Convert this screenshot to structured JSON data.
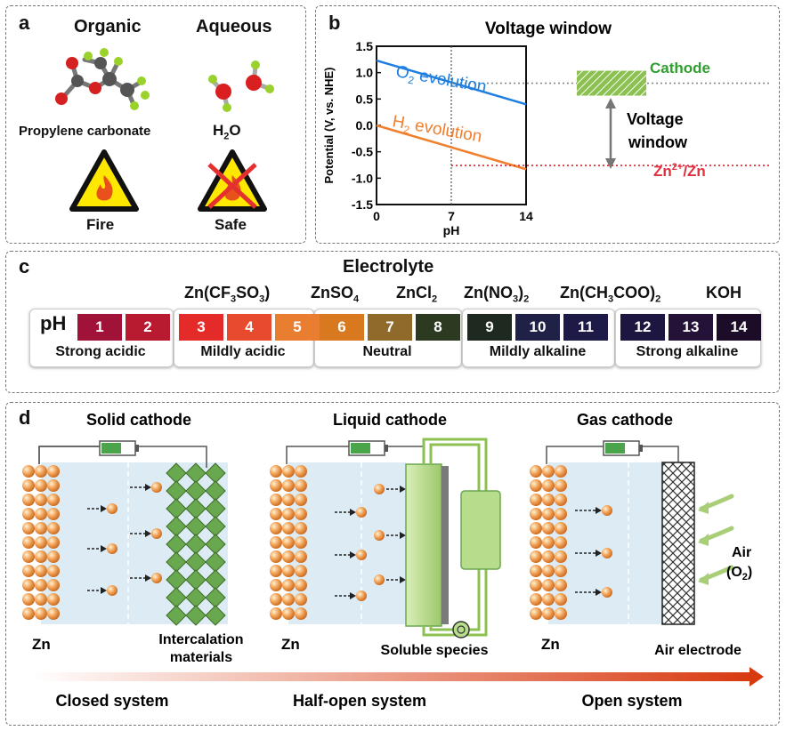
{
  "panel_a": {
    "letter": "a",
    "organic_title": "Organic",
    "aqueous_title": "Aqueous",
    "organic_caption": "Propylene carbonate",
    "aqueous_caption_main": "H",
    "aqueous_caption_sub": "2",
    "aqueous_caption_tail": "O",
    "fire_label": "Fire",
    "safe_label": "Safe"
  },
  "panel_b": {
    "letter": "b",
    "title": "Voltage window",
    "ylabel": "Potential (V, vs. NHE)",
    "xlabel": "pH",
    "yticks": [
      "1.5",
      "1.0",
      "0.5",
      "0.0",
      "-0.5",
      "-1.0",
      "-1.5"
    ],
    "xticks": [
      "0",
      "7",
      "14"
    ],
    "o2_main": "O",
    "o2_sub": "2",
    "o2_tail": " evolution",
    "h2_main": "H",
    "h2_sub": "2",
    "h2_tail": " evolution",
    "cathode_label": "Cathode",
    "window_line1": "Voltage",
    "window_line2": "window",
    "zn_main": "Zn",
    "zn_sup": "2+",
    "zn_tail": "/Zn",
    "colors": {
      "o2": "#1f7fe0",
      "h2": "#f07f2e",
      "cathode": "#2f9e2f",
      "zn": "#e03040"
    }
  },
  "chart_data": {
    "type": "line",
    "title": "Voltage window",
    "xlabel": "pH",
    "ylabel": "Potential (V, vs. NHE)",
    "xlim": [
      0,
      14
    ],
    "ylim": [
      -1.5,
      1.5
    ],
    "series": [
      {
        "name": "O2 evolution",
        "x": [
          0,
          14
        ],
        "y": [
          1.23,
          0.4
        ]
      },
      {
        "name": "H2 evolution",
        "x": [
          0,
          14
        ],
        "y": [
          0.0,
          -0.83
        ]
      }
    ],
    "reference_lines": [
      {
        "name": "Zn2+/Zn",
        "y": -0.76
      },
      {
        "name": "Cathode",
        "y": 0.8
      }
    ]
  },
  "panel_c": {
    "letter": "c",
    "title": "Electrolyte",
    "salts": [
      {
        "main": "Zn(CF",
        "sub1": "3",
        "mid": "SO",
        "sub2": "3",
        "tail": ")"
      },
      {
        "main": "ZnSO",
        "sub1": "4",
        "mid": "",
        "sub2": "",
        "tail": ""
      },
      {
        "main": "ZnCl",
        "sub1": "2",
        "mid": "",
        "sub2": "",
        "tail": ""
      },
      {
        "main": "Zn(NO",
        "sub1": "3",
        "mid": ")",
        "sub2": "2",
        "tail": ""
      },
      {
        "main": "Zn(CH",
        "sub1": "3",
        "mid": "COO)",
        "sub2": "2",
        "tail": ""
      },
      {
        "main": "KOH",
        "sub1": "",
        "mid": "",
        "sub2": "",
        "tail": ""
      }
    ],
    "ph_label": "pH",
    "cells": [
      {
        "v": "1",
        "c": "#a01238"
      },
      {
        "v": "2",
        "c": "#b81a30"
      },
      {
        "v": "3",
        "c": "#e52a2a"
      },
      {
        "v": "4",
        "c": "#e74a2c"
      },
      {
        "v": "5",
        "c": "#e97d30"
      },
      {
        "v": "6",
        "c": "#d8781f"
      },
      {
        "v": "7",
        "c": "#8f6a2a"
      },
      {
        "v": "8",
        "c": "#2c3a22"
      },
      {
        "v": "9",
        "c": "#1e2a1f"
      },
      {
        "v": "10",
        "c": "#1f2246"
      },
      {
        "v": "11",
        "c": "#1e1a48"
      },
      {
        "v": "12",
        "c": "#1c1640"
      },
      {
        "v": "13",
        "c": "#241238"
      },
      {
        "v": "14",
        "c": "#1c0c28"
      }
    ],
    "groups": [
      "Strong acidic",
      "Mildly acidic",
      "Neutral",
      "Mildly alkaline",
      "Strong alkaline"
    ]
  },
  "panel_d": {
    "letter": "d",
    "solid_title": "Solid cathode",
    "liquid_title": "Liquid cathode",
    "gas_title": "Gas cathode",
    "zn": "Zn",
    "intercalation_1": "Intercalation",
    "intercalation_2": "materials",
    "soluble": "Soluble species",
    "air_electrode": "Air electrode",
    "air": "Air",
    "o2_open": "(O",
    "o2_sub": "2",
    "o2_close": ")",
    "closed": "Closed system",
    "half_open": "Half-open system",
    "open": "Open system"
  }
}
